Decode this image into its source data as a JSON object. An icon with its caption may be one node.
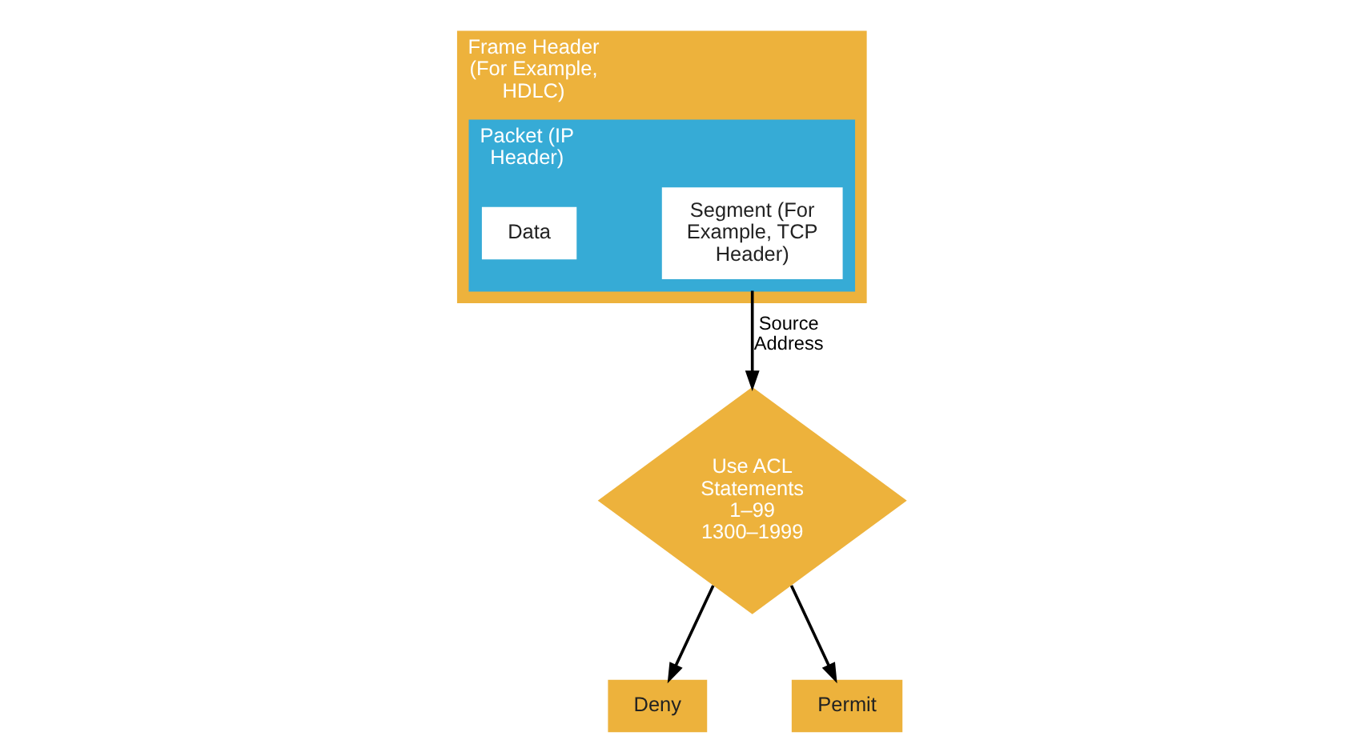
{
  "diagram": {
    "nodes": [
      {
        "text": [
          "Frame Header (For Example, HDLC)"
        ]
      },
      {
        "text": [
          "Packet (IP Header)"
        ],
        "in": 0
      },
      {
        "text": [
          "Segment (For Example, TCP Header)"
        ],
        "in": 1
      },
      {
        "text": [
          "Data"
        ],
        "in": 1
      },
      {
        "text": [
          "Use ACL Statements 1–99 1300–1999"
        ]
      },
      {
        "text": [
          "Deny"
        ]
      },
      {
        "text": [
          "Permit"
        ]
      }
    ],
    "edges": [
      {
        "from": 1,
        "to": 4,
        "arrow": "to",
        "label": "Source Address"
      },
      {
        "from": 4,
        "to": 5,
        "arrow": "to"
      },
      {
        "from": 4,
        "to": 6,
        "arrow": "to"
      }
    ]
  }
}
